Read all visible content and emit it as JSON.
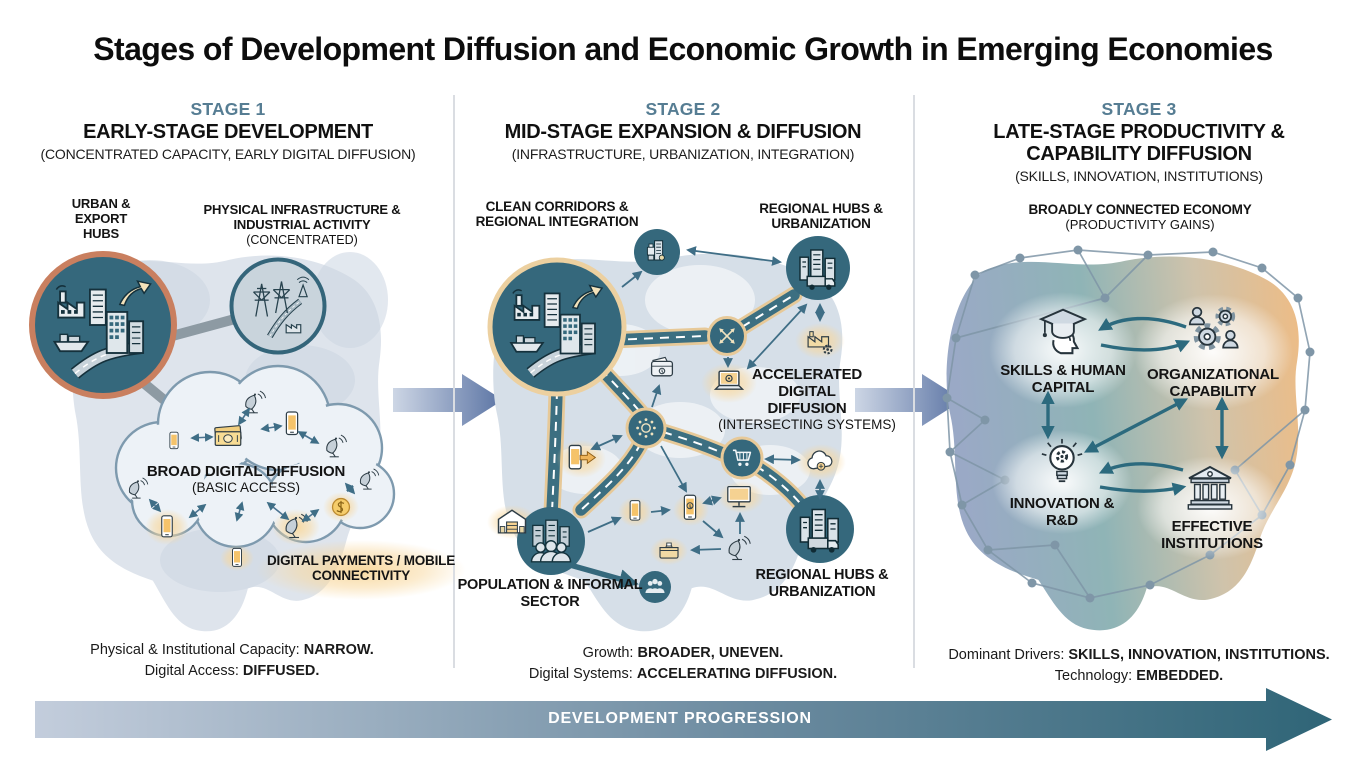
{
  "title": "Stages of Development Diffusion and Economic Growth in Emerging Economies",
  "stages": [
    {
      "stage_label": "STAGE 1",
      "name": "EARLY-STAGE DEVELOPMENT",
      "qualifier": "(CONCENTRATED CAPACITY, EARLY DIGITAL DIFFUSION)",
      "labels": {
        "urban_hubs": "URBAN & EXPORT HUBS",
        "infrastructure": "PHYSICAL INFRASTRUCTURE & INDUSTRIAL ACTIVITY",
        "infrastructure_qualifier": "(CONCENTRATED)",
        "cloud_title": "BROAD DIGITAL DIFFUSION",
        "cloud_qualifier": "(BASIC ACCESS)",
        "payments": "DIGITAL PAYMENTS / MOBILE CONNECTIVITY"
      },
      "footer": [
        {
          "prefix": "Physical & Institutional Capacity: ",
          "value": "NARROW."
        },
        {
          "prefix": "Digital Access: ",
          "value": "DIFFUSED."
        }
      ]
    },
    {
      "stage_label": "STAGE 2",
      "name": "MID-STAGE EXPANSION & DIFFUSION",
      "qualifier": "(INFRASTRUCTURE, URBANIZATION, INTEGRATION)",
      "labels": {
        "corridors": "CLEAN CORRIDORS & REGIONAL INTEGRATION",
        "hubs_top": "REGIONAL HUBS & URBANIZATION",
        "accelerated": "ACCELERATED DIGITAL DIFFUSION",
        "accelerated_qualifier": "(INTERSECTING SYSTEMS)",
        "population": "POPULATION & INFORMAL SECTOR",
        "hubs_bottom": "REGIONAL HUBS & URBANIZATION"
      },
      "footer": [
        {
          "prefix": "Growth: ",
          "value": "BROADER, UNEVEN."
        },
        {
          "prefix": "Digital Systems: ",
          "value": "ACCELERATING DIFFUSION."
        }
      ]
    },
    {
      "stage_label": "STAGE 3",
      "name": "LATE-STAGE PRODUCTIVITY & CAPABILITY DIFFUSION",
      "qualifier": "(SKILLS, INNOVATION, INSTITUTIONS)",
      "labels": {
        "economy": "BROADLY CONNECTED ECONOMY",
        "economy_qualifier": "(PRODUCTIVITY GAINS)",
        "skills": "SKILLS & HUMAN CAPITAL",
        "organizational": "ORGANIZATIONAL CAPABILITY",
        "innovation": "INNOVATION & R&D",
        "institutions": "EFFECTIVE INSTITUTIONS"
      },
      "footer": [
        {
          "prefix": "Dominant Drivers: ",
          "value": "SKILLS, INNOVATION, INSTITUTIONS."
        },
        {
          "prefix": "Technology: ",
          "value": "EMBEDDED."
        }
      ]
    }
  ],
  "progression_arrow": {
    "label": "DEVELOPMENT PROGRESSION"
  },
  "colors": {
    "stage_label": "#567d93",
    "node_teal": "#35687c",
    "hub_border_orange": "#c97f5f",
    "hub_border_tan": "#ecd0a0",
    "road_fill": "#3c6f81",
    "road_casing": "#e7c998",
    "highlight_glow": "#f7cf8e",
    "map_gray": "#dee4ec",
    "arrow_gradient_start": "#cdd6e5",
    "arrow_gradient_end": "#5b74a4",
    "progression_start": "#c3cddc",
    "progression_end": "#2f6577"
  },
  "icons": {
    "stage1": [
      "urban-export-hub-icon",
      "infrastructure-icon",
      "satellite-dish-icon",
      "mobile-phone-icon",
      "banknote-icon",
      "dollar-coin-icon"
    ],
    "stage2": [
      "corridor-hub-icon",
      "city-truck-icon",
      "crossroads-icon",
      "junction-icon",
      "shopping-cart-icon",
      "population-icon",
      "people-icon",
      "wallet-icon",
      "laptop-icon",
      "factory-gear-icon",
      "cloud-icon",
      "phone-arrow-icon",
      "warehouse-icon",
      "mobile-phone-icon",
      "monitor-icon",
      "satellite-dish-icon",
      "basket-icon"
    ],
    "stage3": [
      "graduation-head-icon",
      "gears-team-icon",
      "lightbulb-icon",
      "bank-icon",
      "network-node-icon"
    ]
  }
}
